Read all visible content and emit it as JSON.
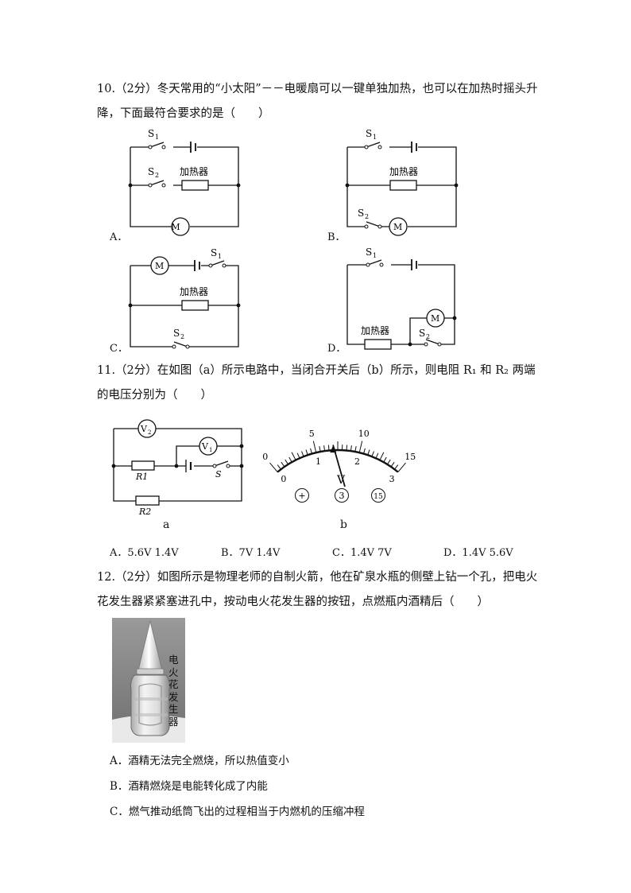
{
  "q10": {
    "text": "10.（2分）冬天常用的“小太阳”－－电暖扇可以一键单独加热，也可以在加热时摇头升降，下面最符合要求的是（　　）",
    "options": {
      "A": "A．",
      "B": "B．",
      "C": "C．",
      "D": "D．"
    },
    "heater": "加热器",
    "motor": "M",
    "s1": "S",
    "s1_sub": "1",
    "s2": "S",
    "s2_sub": "2"
  },
  "q11": {
    "text": "11.（2分）在如图（a）所示电路中，当闭合开关后（b）所示，则电阻 R₁ 和 R₂ 两端的电压分别为（　　）",
    "fig_a_label": "a",
    "fig_b_label": "b",
    "v1": "V",
    "v1_sub": "1",
    "v2": "V",
    "v2_sub": "2",
    "r1": "R1",
    "r2": "R2",
    "s": "S",
    "meter": {
      "upper_scale": [
        "0",
        "5",
        "10",
        "15"
      ],
      "lower_scale": [
        "0",
        "1",
        "2",
        "3"
      ],
      "unit": "V",
      "terminals": [
        "+",
        "3",
        "15"
      ]
    },
    "choices": [
      "A．5.6V 1.4V",
      "B．7V 1.4V",
      "C．1.4V 7V",
      "D．1.4V 5.6V"
    ]
  },
  "q12": {
    "text": "12.（2分）如图所示是物理老师的自制火箭，他在矿泉水瓶的侧壁上钻一个孔，把电火花发生器紧紧塞进孔中，按动电火花发生器的按钮，点燃瓶内酒精后（　　）",
    "photo_label": "电火花发生器",
    "options": [
      "A．酒精无法完全燃烧，所以热值变小",
      "B．酒精燃烧是电能转化成了内能",
      "C．燃气推动纸筒飞出的过程相当于内燃机的压缩冲程"
    ]
  }
}
